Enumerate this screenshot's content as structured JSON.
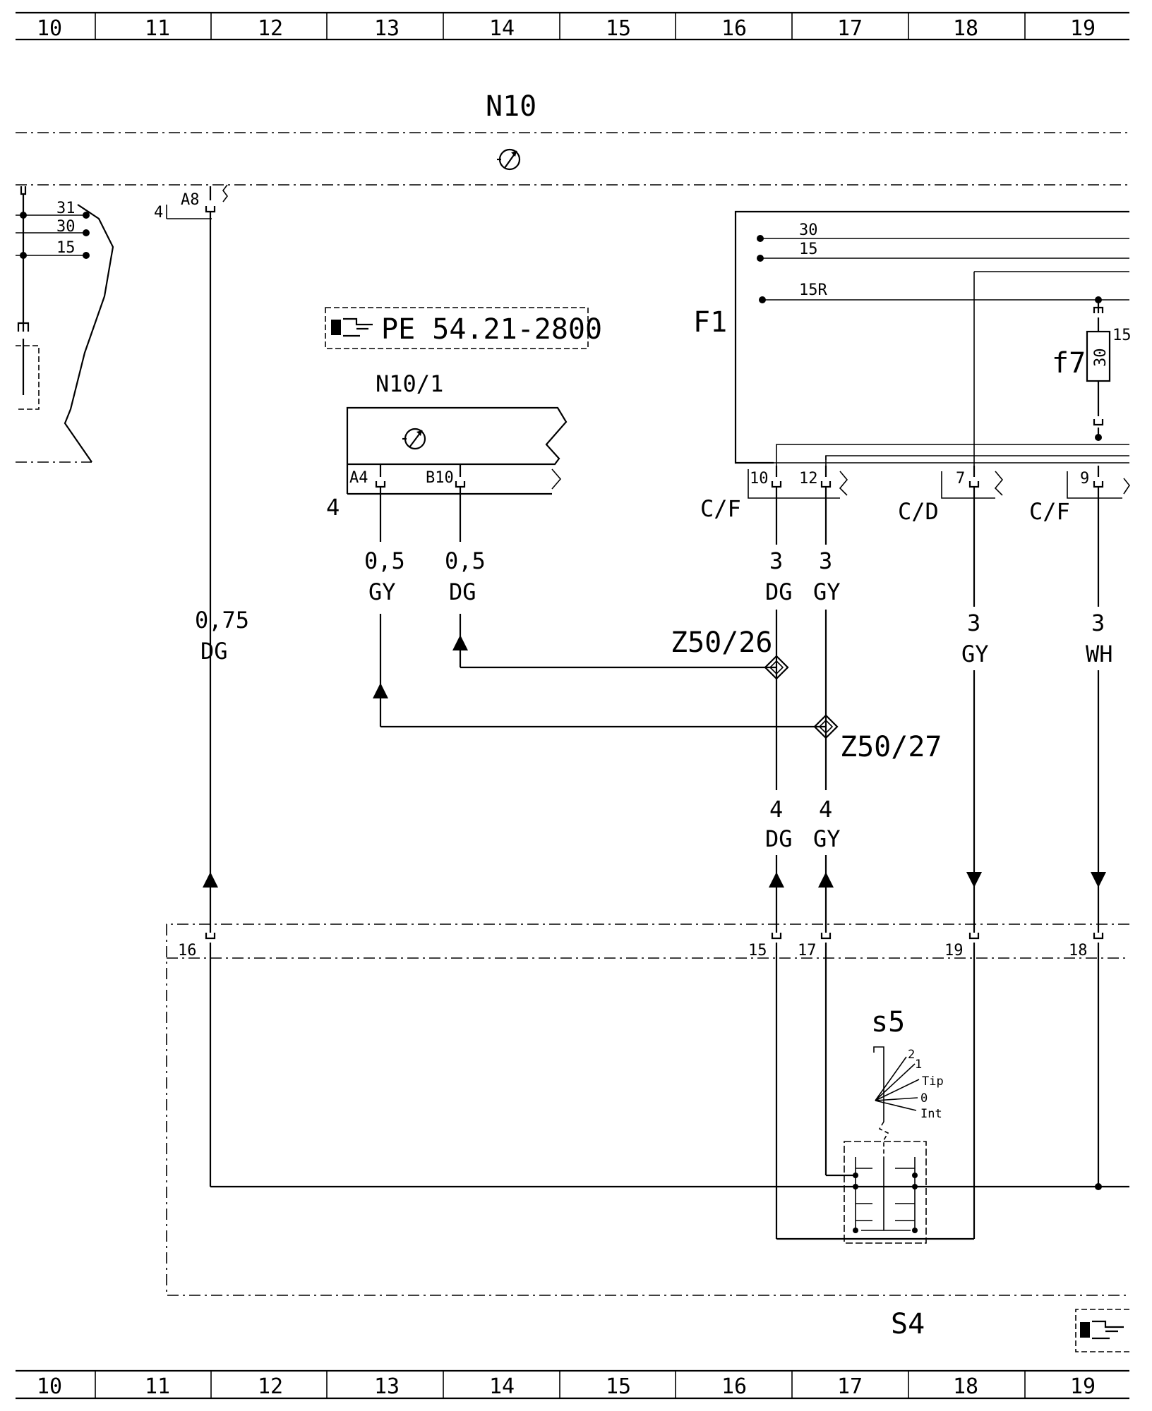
{
  "grid": {
    "top": [
      "10",
      "11",
      "12",
      "13",
      "14",
      "15",
      "16",
      "17",
      "18",
      "19"
    ],
    "bottom": [
      "10",
      "11",
      "12",
      "13",
      "14",
      "15",
      "16",
      "17",
      "18",
      "19"
    ]
  },
  "modules": {
    "n10": "N10",
    "n10_1": "N10/1",
    "f1": "F1",
    "s4": "S4",
    "s5": "s5",
    "f7": "f7",
    "f7_rating": "30",
    "f7_side": "15"
  },
  "reference": {
    "text": "PE 54.21-2800"
  },
  "n10_pins": {
    "a8": "A8",
    "conn_a8": "4"
  },
  "n10_1_pins": {
    "a4": "A4",
    "b10": "B10",
    "conn": "4"
  },
  "f1_terminals": [
    "30",
    "15",
    "15R"
  ],
  "left_terminals": [
    "31",
    "30",
    "15"
  ],
  "f1_pins": {
    "p10": "10",
    "p12": "12",
    "p7": "7",
    "p9": "9",
    "conn_cf1": "C/F",
    "conn_cd": "C/D",
    "conn_cf2": "C/F"
  },
  "wires": {
    "a8": {
      "size": "0,75",
      "color": "DG"
    },
    "a4": {
      "size": "0,5",
      "color": "GY"
    },
    "b10": {
      "size": "0,5",
      "color": "DG"
    },
    "p10_top": {
      "size": "3",
      "color": "DG"
    },
    "p12_top": {
      "size": "3",
      "color": "GY"
    },
    "p7": {
      "size": "3",
      "color": "GY"
    },
    "p9": {
      "size": "3",
      "color": "WH"
    },
    "p15_bot": {
      "size": "4",
      "color": "DG"
    },
    "p17_bot": {
      "size": "4",
      "color": "GY"
    }
  },
  "splices": {
    "z26": "Z50/26",
    "z27": "Z50/27"
  },
  "s4_pins": {
    "p16": "16",
    "p15": "15",
    "p17": "17",
    "p19": "19",
    "p18": "18"
  },
  "switch_positions": [
    "2",
    "1",
    "Tip",
    "0",
    "Int"
  ]
}
